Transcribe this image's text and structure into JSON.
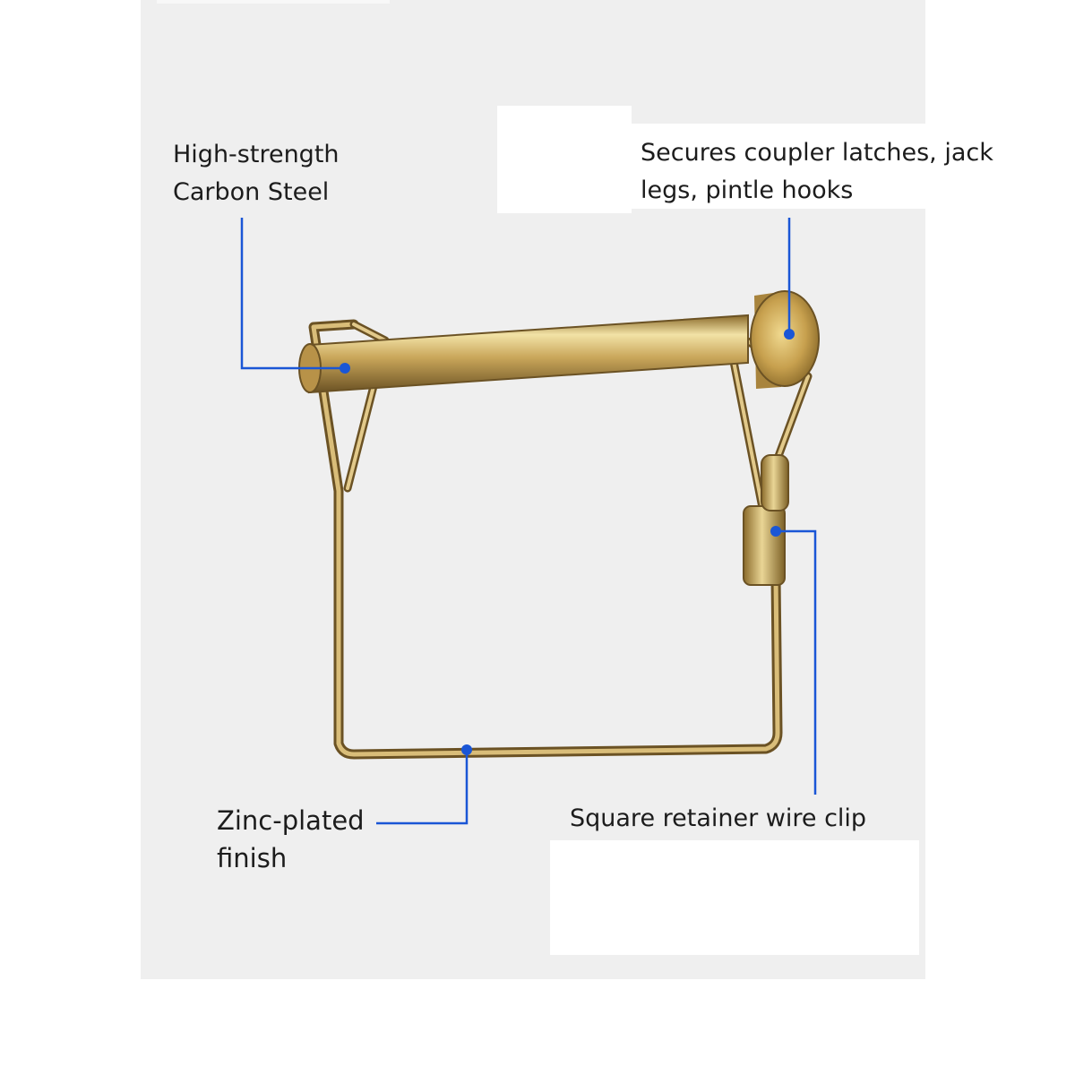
{
  "callouts": {
    "material": {
      "line1": "High-strength",
      "line2": "Carbon Steel"
    },
    "application": {
      "line1": "Secures coupler latches, jack",
      "line2": "legs, pintle hooks"
    },
    "finish": {
      "line1": "Zinc-plated",
      "line2": "finish"
    },
    "clip": {
      "line1": "Square retainer wire clip"
    }
  },
  "colors": {
    "panel": "#efefef",
    "callout_line": "#1a56d6",
    "metal": "#c9a65a",
    "text": "#1c1c1c"
  }
}
